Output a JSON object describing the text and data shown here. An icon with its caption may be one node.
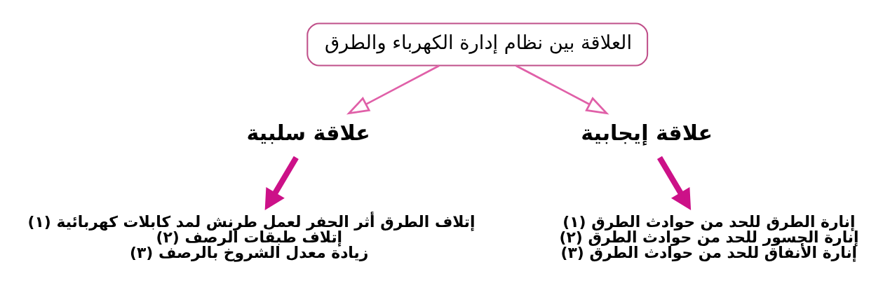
{
  "diagram": {
    "nodes": [
      {
        "text": [
          "العلاقة بين نظام إدارة الكهرباء والطرق"
        ]
      },
      {
        "text": [
          "علاقة سلبية"
        ]
      },
      {
        "text": [
          "علاقة إيجابية"
        ]
      },
      {
        "text": [
          "(١) إتلاف الطرق أثر الحفر لعمل طرنش لمد كابلات كهربائية",
          "(٢) إتلاف طبقات الرصف",
          "(٣) زيادة معدل الشروخ بالرصف"
        ]
      },
      {
        "text": [
          "(١) إنارة الطرق للحد من حوادث الطرق",
          "(٢) إنارة الجسور للحد من حوادث الطرق",
          "(٣) إنارة الأنفاق للحد من حوادث الطرق"
        ]
      }
    ],
    "edges": [
      {
        "from": 0,
        "to": 1,
        "arrow": "to"
      },
      {
        "from": 0,
        "to": 2,
        "arrow": "to"
      },
      {
        "from": 1,
        "to": 3,
        "arrow": "to",
        "style": "thick",
        "color": "#cc1188"
      },
      {
        "from": 2,
        "to": 4,
        "arrow": "to",
        "style": "thick",
        "color": "#cc1188"
      }
    ]
  }
}
